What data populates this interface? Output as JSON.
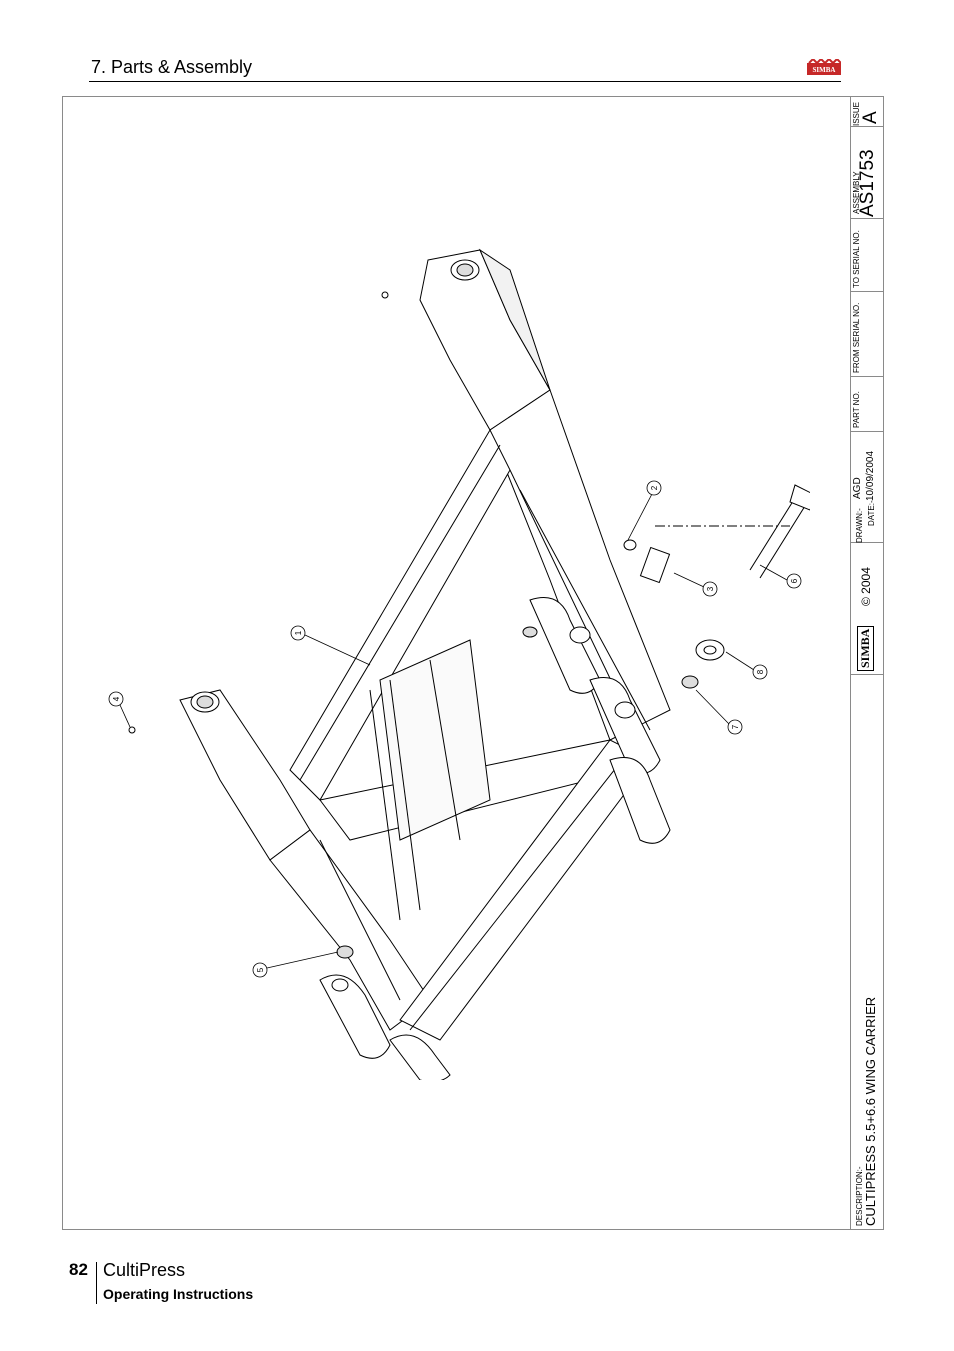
{
  "header": {
    "section_title": "7. Parts & Assembly",
    "logo_name": "simba-logo"
  },
  "title_block": {
    "issue_label": "ISSUE",
    "issue_value": "A",
    "assembly_label": "ASSEMBLY",
    "assembly_value": "AS1753",
    "to_serial_label": "TO SERIAL NO.",
    "from_serial_label": "FROM SERIAL NO.",
    "part_no_label": "PART NO.",
    "drawn_label": "DRAWN:-",
    "drawn_value": "AGD",
    "date_label": "DATE:-",
    "date_value": "10/09/2004",
    "brand": "SIMBA",
    "copyright": "© 2004",
    "description_label": "DESCRIPTION:-",
    "description_value": "CULTIPRESS 5.5+6.6 WING CARRIER"
  },
  "callouts": [
    "1",
    "2",
    "3",
    "4",
    "5",
    "6",
    "7",
    "8"
  ],
  "footer": {
    "page_number": "82",
    "product": "CultiPress",
    "subtitle": "Operating Instructions"
  },
  "colors": {
    "logo_red": "#c62828",
    "frame_gray": "#8a8a8a"
  }
}
